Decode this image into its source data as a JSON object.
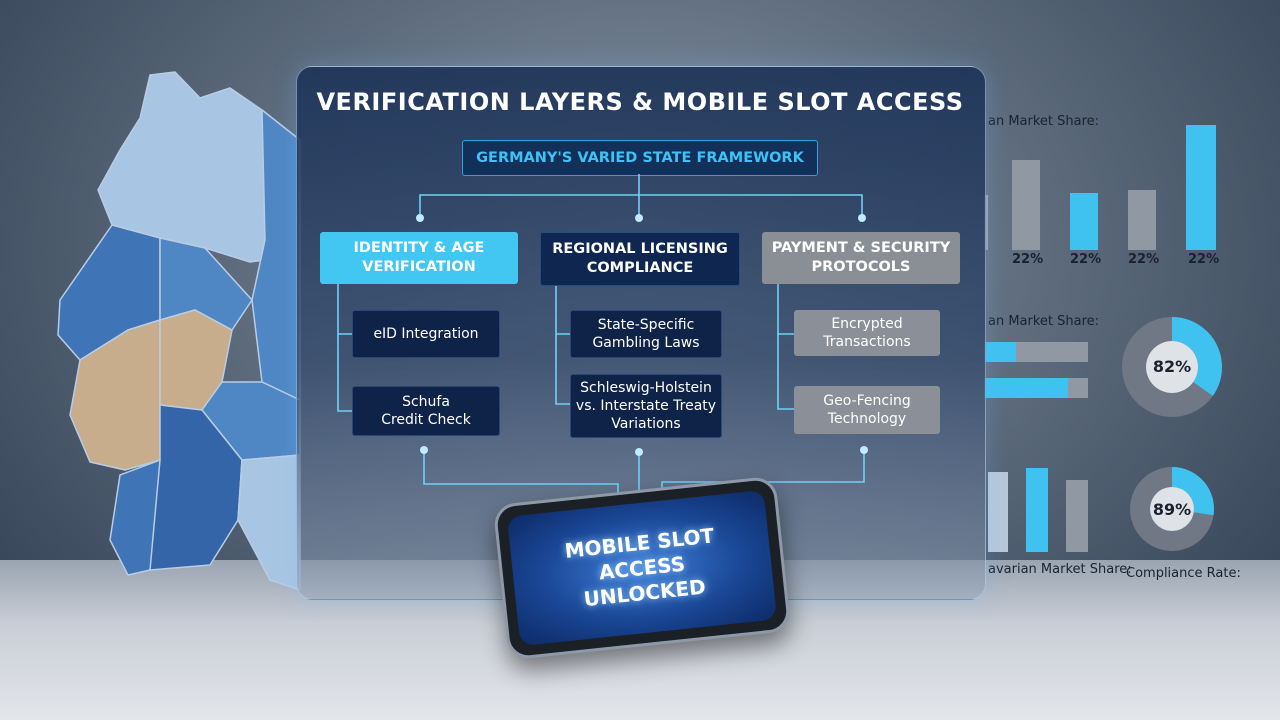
{
  "header": {
    "title": "VERIFICATION LAYERS & MOBILE SLOT ACCESS",
    "subtitle": "GERMANY'S VARIED STATE FRAMEWORK"
  },
  "categories": [
    {
      "label": "IDENTITY & AGE\nVERIFICATION",
      "items": [
        "eID Integration",
        "Schufa\nCredit Check"
      ]
    },
    {
      "label": "REGIONAL LICENSING\nCOMPLIANCE",
      "items": [
        "State-Specific\nGambling Laws",
        "Schleswig-Holstein\nvs. Interstate Treaty\nVariations"
      ]
    },
    {
      "label": "PAYMENT & SECURITY\nPROTOCOLS",
      "items": [
        "Encrypted\nTransactions",
        "Geo-Fencing\nTechnology"
      ]
    }
  ],
  "phone": {
    "label": "MOBILE SLOT\nACCESS\nUNLOCKED"
  },
  "side_panel": {
    "bar_chart_label": "an Market Share:",
    "bar_values": [
      "22%",
      "22%",
      "22%",
      "22%"
    ],
    "hbar_label": "an Market Share:",
    "donut_1": {
      "label": "82%",
      "value": 82
    },
    "bottom_bar_label": "avarian Market Share:",
    "donut_2": {
      "label": "89%",
      "value": 89
    },
    "compliance_label": "Compliance Rate:"
  },
  "colors": {
    "accent_cyan": "#42c6f2",
    "navy": "#0f2750",
    "grey": "#8a8f96"
  }
}
